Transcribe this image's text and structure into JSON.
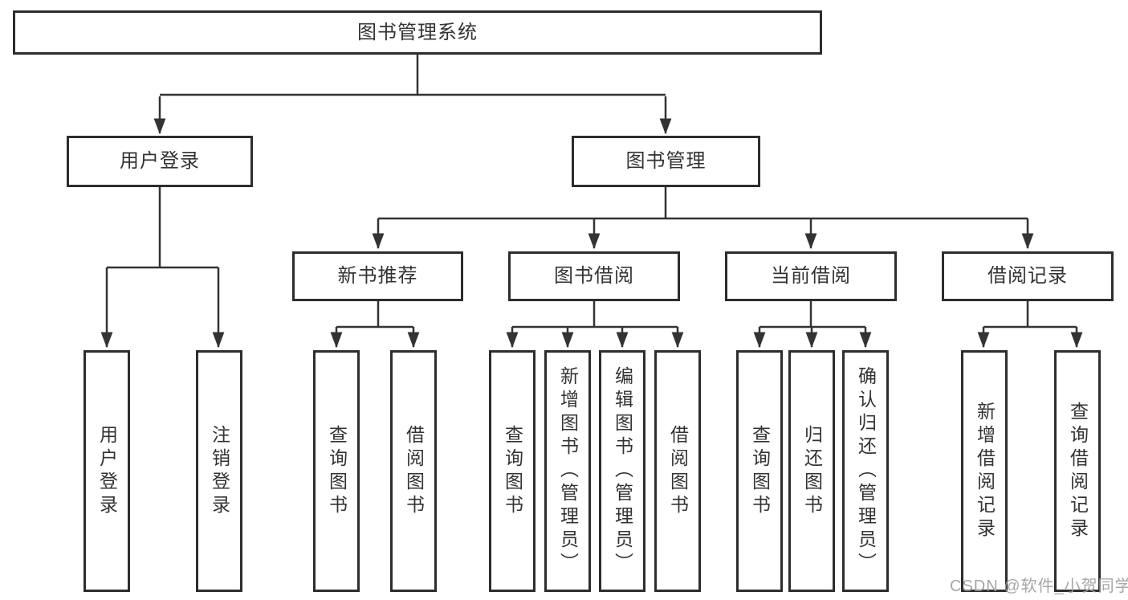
{
  "diagram": {
    "root": {
      "label": "图书管理系统"
    },
    "user_login": {
      "label": "用户登录",
      "children": [
        "用户登录",
        "注销登录"
      ]
    },
    "book_mgmt": {
      "label": "图书管理",
      "sections": {
        "new_book": {
          "label": "新书推荐",
          "children": [
            "查询图书",
            "借阅图书"
          ]
        },
        "book_borrow": {
          "label": "图书借阅",
          "children": [
            "查询图书",
            "新增图书（管理员）",
            "编辑图书（管理员）",
            "借阅图书"
          ]
        },
        "current_borrow": {
          "label": "当前借阅",
          "children": [
            "查询图书",
            "归还图书",
            "确认归还（管理员）"
          ]
        },
        "borrow_record": {
          "label": "借阅记录",
          "children": [
            "新增借阅记录",
            "查询借阅记录"
          ]
        }
      }
    }
  },
  "watermark": {
    "text": "CSDN @软件_小贺同学"
  },
  "colors": {
    "line": "#333333",
    "box_border": "#2d2d2d",
    "text": "#333333",
    "background": "#ffffff",
    "watermark": "#9e9e9e"
  }
}
